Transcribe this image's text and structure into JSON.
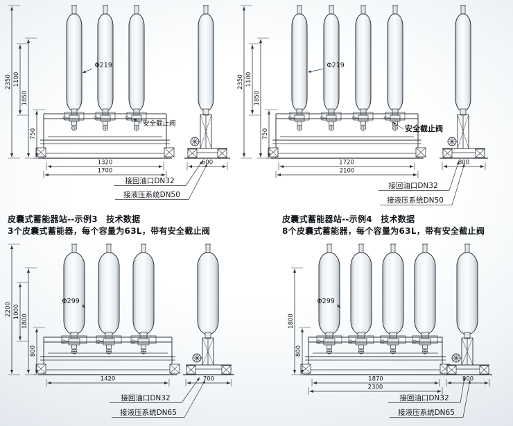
{
  "page": {
    "background": "#e3e9ee",
    "line_color": "#2e3338"
  },
  "captions": {
    "left_title": "皮囊式蓄能器站--示例3　技术数据",
    "left_sub": "3个皮囊式蓄能器，每个容量为63L，带有安全截止阀",
    "right_title": "皮囊式蓄能器站--示例4　技术数据",
    "right_sub": "8个皮囊式蓄能器，每个容量为63L，带有安全截止阀"
  },
  "stations": [
    {
      "position": "top-left",
      "cylinders": 3,
      "diameter": "Φ219",
      "safety_valve_label": "安全截止阀",
      "dims_vertical": [
        "2350",
        "1100",
        "1850",
        "750"
      ],
      "dims_width": [
        "1320",
        "1700"
      ],
      "dim_side_width": "600",
      "port_return": "接回油口DN32",
      "port_system": "接液压系统DN50"
    },
    {
      "position": "top-right",
      "cylinders": 4,
      "diameter": "Φ219",
      "safety_valve_label": "安全截止阀",
      "dims_vertical": [
        "2350",
        "1100",
        "1850",
        "750"
      ],
      "dims_width": [
        "1720",
        "2100"
      ],
      "dim_side_width": "800",
      "port_return": "接回油口DN32",
      "port_system": "接液压系统DN50"
    },
    {
      "position": "bottom-left",
      "cylinders": 3,
      "diameter": "Φ299",
      "dims_vertical": [
        "2200",
        "1000",
        "1800",
        "800"
      ],
      "dims_width": [
        "1420"
      ],
      "dim_side_width": "700",
      "port_return": "接回油口DN32",
      "port_system": "接液压系统DN65"
    },
    {
      "position": "bottom-right",
      "cylinders": 4,
      "diameter": "Φ299",
      "dims_vertical": [
        "1800",
        "800"
      ],
      "dims_width": [
        "1870",
        "2300"
      ],
      "dim_side_width": "900",
      "port_return": "接回油口DN32",
      "port_system": "接液压系统DN65"
    }
  ]
}
